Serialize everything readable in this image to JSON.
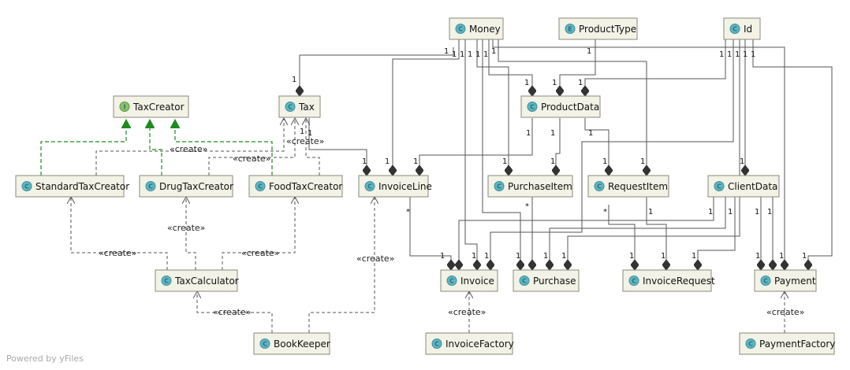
{
  "watermark": "Powered by yFiles",
  "colors": {
    "node_fill": "#f3f2e6",
    "class_badge": "#5fb6c2",
    "interface_badge": "#8cc16a",
    "enum_badge": "#5fb6c2",
    "inheritance": "#1f8a1f",
    "edge": "#555555"
  },
  "classes": [
    {
      "id": "money",
      "name": "Money",
      "kind": "C"
    },
    {
      "id": "producttype",
      "name": "ProductType",
      "kind": "E"
    },
    {
      "id": "id",
      "name": "Id",
      "kind": "C"
    },
    {
      "id": "taxcreator",
      "name": "TaxCreator",
      "kind": "I"
    },
    {
      "id": "tax",
      "name": "Tax",
      "kind": "C"
    },
    {
      "id": "productdata",
      "name": "ProductData",
      "kind": "C"
    },
    {
      "id": "standardtaxcreator",
      "name": "StandardTaxCreator",
      "kind": "C"
    },
    {
      "id": "drugtaxcreator",
      "name": "DrugTaxCreator",
      "kind": "C"
    },
    {
      "id": "foodtaxcreator",
      "name": "FoodTaxCreator",
      "kind": "C"
    },
    {
      "id": "invoiceline",
      "name": "InvoiceLine",
      "kind": "C"
    },
    {
      "id": "purchaseitem",
      "name": "PurchaseItem",
      "kind": "C"
    },
    {
      "id": "requestitem",
      "name": "RequestItem",
      "kind": "C"
    },
    {
      "id": "clientdata",
      "name": "ClientData",
      "kind": "C"
    },
    {
      "id": "taxcalculator",
      "name": "TaxCalculator",
      "kind": "C"
    },
    {
      "id": "invoice",
      "name": "Invoice",
      "kind": "C"
    },
    {
      "id": "purchase",
      "name": "Purchase",
      "kind": "C"
    },
    {
      "id": "invoicerequest",
      "name": "InvoiceRequest",
      "kind": "C"
    },
    {
      "id": "payment",
      "name": "Payment",
      "kind": "C"
    },
    {
      "id": "bookkeeper",
      "name": "BookKeeper",
      "kind": "C"
    },
    {
      "id": "invoicefactory",
      "name": "InvoiceFactory",
      "kind": "C"
    },
    {
      "id": "paymentfactory",
      "name": "PaymentFactory",
      "kind": "C"
    }
  ],
  "labels": {
    "create": "«create»",
    "one": "1",
    "many": "*"
  }
}
